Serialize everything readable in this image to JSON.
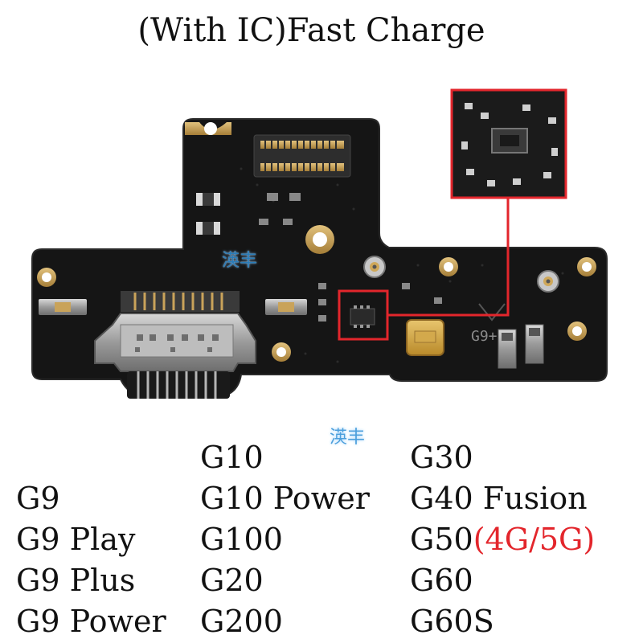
{
  "title": "(With IC)Fast Charge",
  "board": {
    "silkscreen_label": "G9+",
    "watermark_text": "渶丰"
  },
  "colors": {
    "pcb": "#141414",
    "pad_gold": "#c9a35a",
    "highlight_red": "#e3262c",
    "metal": "#a9a9a9",
    "watermark_blue": "#2d8fd6"
  },
  "models": {
    "col1": [
      "G9",
      "G9 Play",
      "G9 Plus",
      "G9 Power"
    ],
    "col2": [
      "G10",
      "G10 Power",
      "G100",
      "G20",
      "G200"
    ],
    "col3": [
      "G30",
      "G40 Fusion",
      "G50",
      "G60",
      "G60S"
    ],
    "g50_suffix": "(4G/5G)"
  }
}
